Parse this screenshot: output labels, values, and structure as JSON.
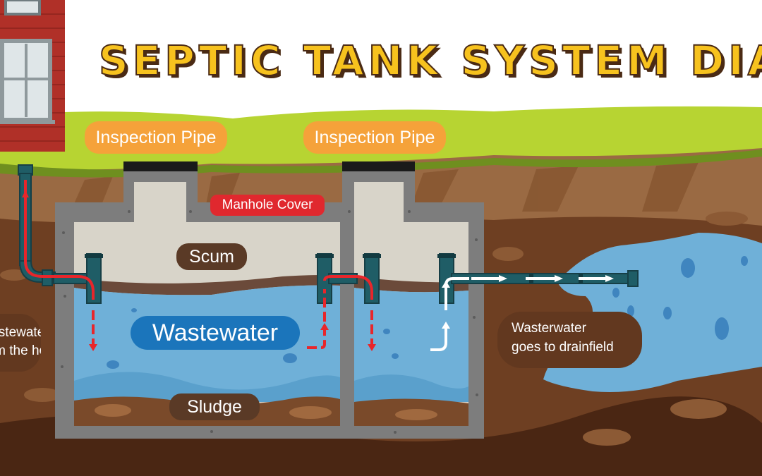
{
  "title": "SEPTIC TANK SYSTEM DIAGRAM",
  "labels": {
    "inspection_pipe_left": "Inspection Pipe",
    "inspection_pipe_right": "Inspection Pipe",
    "manhole_cover": "Manhole Cover",
    "scum": "Scum",
    "wastewater": "Wastewater",
    "sludge": "Sludge",
    "drainfield_line1": "Wasterwater",
    "drainfield_line2": "goes to drainfield",
    "enters_line1": "Wastewater enters",
    "enters_line2": "from the house"
  },
  "colors": {
    "title_fill": "#f7c21e",
    "inspection_label": "#f5a23a",
    "manhole_label": "#e0282e",
    "wastewater_label": "#1b75bb",
    "water": "#6fb0d8",
    "scum": "#d8d4c9",
    "tank_wall": "#7d7d7d",
    "pipe": "#1f5d66",
    "flow_arrow_inflow": "#e8262b",
    "flow_arrow_outflow": "#ffffff",
    "grass": "#b7d432",
    "soil": "#7a4a2a",
    "house_brick": "#b03028"
  }
}
